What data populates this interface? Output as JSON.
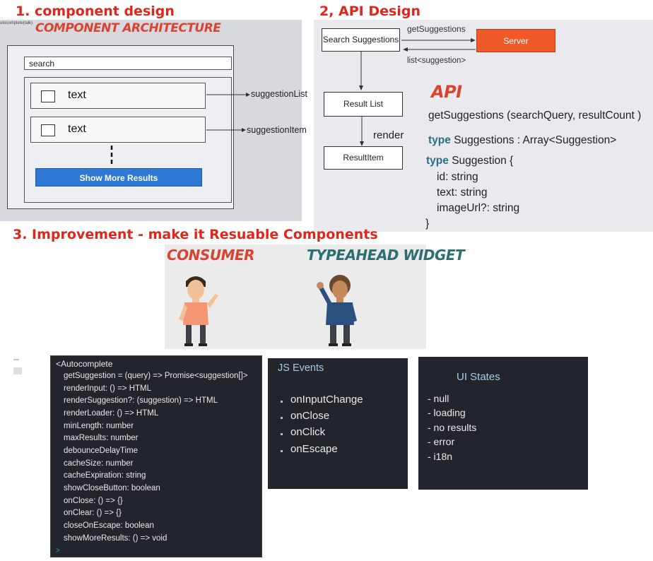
{
  "headings": {
    "section1": "1. component design",
    "section2": "2, API Design",
    "section3": "3. Improvement - make it Resuable Components"
  },
  "panel1": {
    "tab_label": "utocomplete(talk)",
    "title": "COMPONENT ARCHITECTURE",
    "search_placeholder": "search",
    "rows": [
      {
        "text": "text"
      },
      {
        "text": "text"
      }
    ],
    "button_label": "Show More Results",
    "annotations": {
      "list": "suggestionList",
      "item": "suggestionItem"
    }
  },
  "panel2": {
    "nodes": {
      "search": "Search Suggestions",
      "server": "Server",
      "result_list": "Result List",
      "result_item": "ResultItem"
    },
    "edges": {
      "request": "getSuggestions",
      "response": "list<suggestion>",
      "render": "render"
    },
    "api_title": "API",
    "signature": "getSuggestions (searchQuery, resultCount )",
    "type_kw": "type",
    "suggestions_type": "Suggestions : Array<Suggestion>",
    "suggestion_type": "Suggestion {",
    "fields": [
      "id: string",
      "text: string",
      "imageUrl?: string"
    ],
    "closing": "}"
  },
  "panel3": {
    "consumer": "CONSUMER",
    "widget": "TYPEAHEAD WIDGET"
  },
  "autocomplete": {
    "open": "<Autocomplete",
    "props": [
      "getSuggestion = (query) => Promise<suggestion[]>",
      "renderInput: () => HTML",
      "renderSuggestion?: (suggestion) => HTML",
      "renderLoader: () => HTML",
      "minLength: number",
      "maxResults: number",
      "debounceDelayTime",
      "cacheSize: number",
      "cacheExpiration: string",
      "showCloseButton: boolean",
      "onClose: () => {}",
      "onClear: () => {}",
      "closeOnEscape: boolean",
      "showMoreResults: () => void"
    ],
    "close": ">"
  },
  "events": {
    "title": "JS Events",
    "items": [
      "onInputChange",
      "onClose",
      "onClick",
      "onEscape"
    ]
  },
  "ui_states": {
    "title": "UI States",
    "items": [
      "- null",
      "- loading",
      "- no results",
      "- error",
      "- i18n"
    ]
  },
  "colors": {
    "heading_red": "#e0261b",
    "title_red": "#d9432f",
    "title_teal": "#2c6f72",
    "button_blue": "#2f78d6",
    "server_orange": "#f05a28",
    "dark_panel": "#22252c"
  }
}
